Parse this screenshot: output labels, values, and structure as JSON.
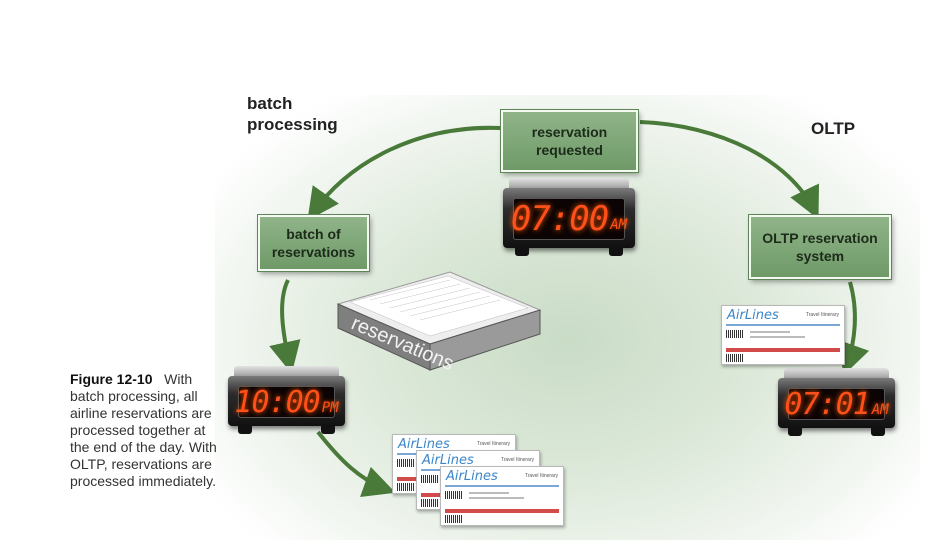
{
  "headings": {
    "batch": "batch processing",
    "oltp": "OLTP"
  },
  "boxes": {
    "requested": "reservation requested",
    "batch": "batch of reservations",
    "oltp_system": "OLTP reservation system"
  },
  "clocks": {
    "center": {
      "time": "07:00",
      "period": "AM"
    },
    "batch": {
      "time": "10:00",
      "period": "PM"
    },
    "oltp": {
      "time": "07:01",
      "period": "AM"
    }
  },
  "tray_label": "reservations",
  "ticket": {
    "brand": "AirLines",
    "subtitle": "Travel Itinerary"
  },
  "caption": {
    "figure": "Figure 12-10",
    "text": "With batch processing, all airline reservations are processed together at the end of the day. With OLTP, reservations are processed immediately."
  },
  "colors": {
    "box_green": "#7fa878",
    "arrow_green": "#4a7a3a",
    "clock_digit": "#ff4f1a",
    "brand_blue": "#3a86c8"
  }
}
